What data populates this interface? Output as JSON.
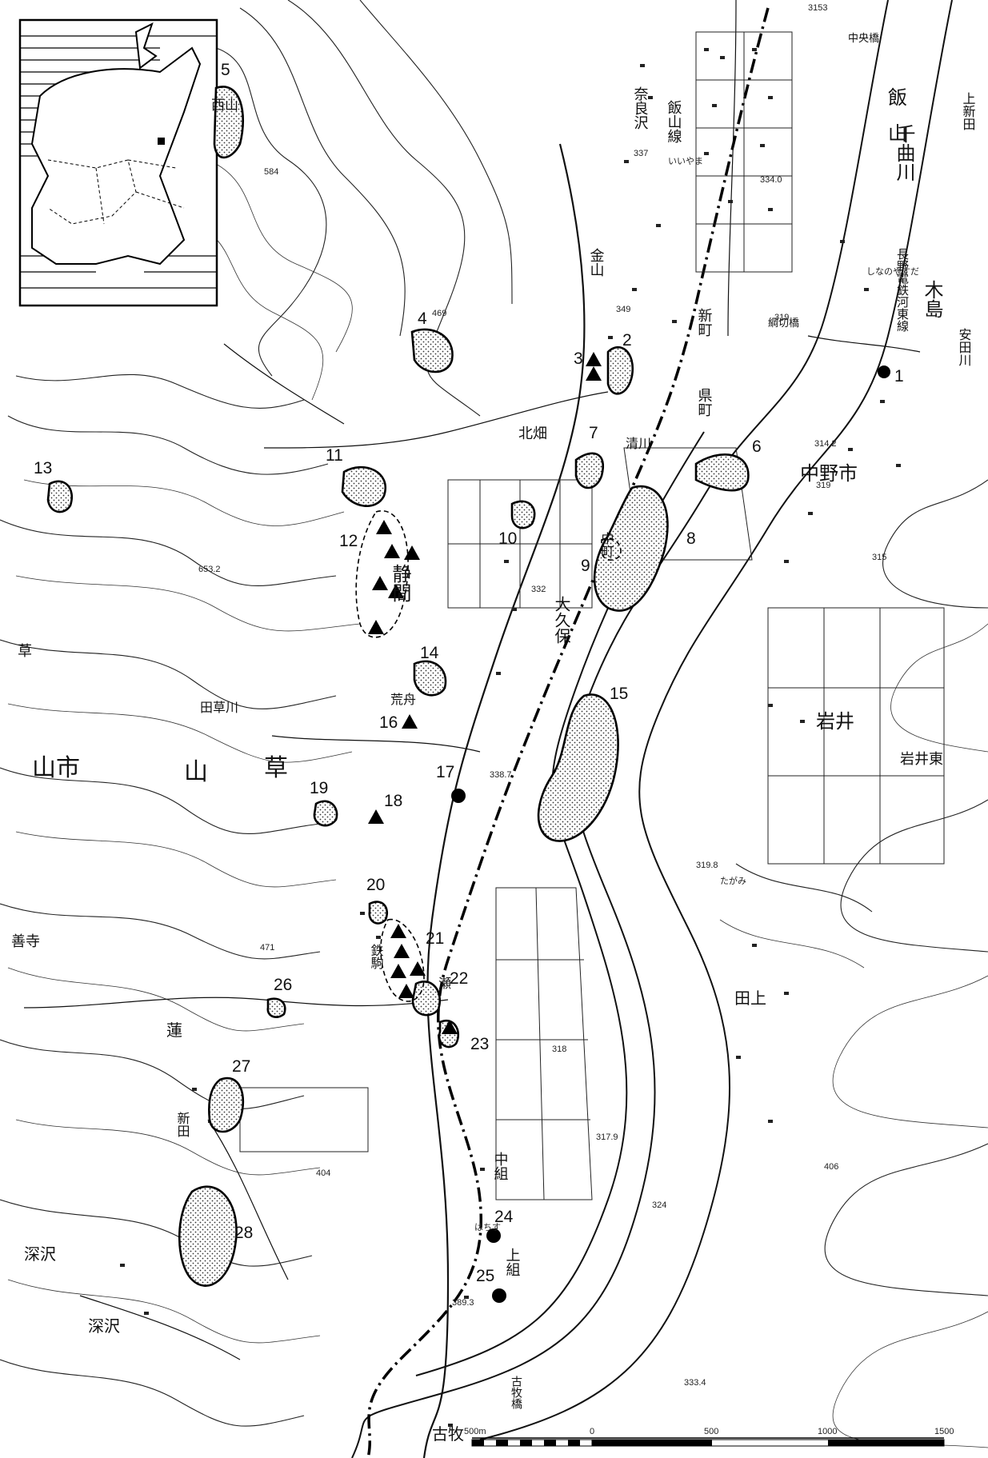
{
  "map": {
    "site_numbers": [
      "1",
      "2",
      "3",
      "4",
      "5",
      "6",
      "7",
      "8",
      "9",
      "10",
      "11",
      "12",
      "13",
      "14",
      "15",
      "16",
      "17",
      "18",
      "19",
      "20",
      "21",
      "22",
      "23",
      "24",
      "25",
      "26",
      "27",
      "28"
    ],
    "place_names": {
      "iiyama": "飯",
      "iiyama2": "山",
      "chikuma_river": "千曲川",
      "kijima": "木島",
      "nakano_city": "中野市",
      "shizuma": "静間",
      "okubo": "大久保",
      "iwai": "岩井",
      "iwai_higashi": "岩井東",
      "kasu_yama": "金山",
      "shinmachi": "新町",
      "kenmachi": "県町",
      "kitabatake": "北畑",
      "naramazawa": "奈良沢",
      "iiyama_line": "飯山線",
      "nishiyama": "西山",
      "ara_fune": "荒舟",
      "taguchi_river": "田草川",
      "yama_ichi": "山市",
      "tagami": "田上",
      "nakagumi": "中組",
      "kamigumi": "上組",
      "fukasawa": "深沢",
      "fukasawa2": "深沢",
      "komaki": "古牧",
      "komaki_bridge": "古牧橋",
      "hasu": "蓮",
      "shinden": "新田",
      "kamishinden": "上新田",
      "yasuda_river": "安田川",
      "nagano_dentetsu": "長野電鉄河東線",
      "zenji": "善寺",
      "kusa": "草",
      "hanamachi": "中町",
      "tetsuma": "鉄駒",
      "kiyo_river": "清川",
      "chuo_bridge": "中央橋",
      "sekikiri_bridge": "綱切橋",
      "kusa2": "草",
      "yama3": "山",
      "karasawa": "瀬"
    },
    "elevations": [
      "3153",
      "337",
      "334.0",
      "349",
      "469",
      "319",
      "584",
      "314.2",
      "319",
      "332",
      "338.7",
      "653.2",
      "471",
      "318",
      "406",
      "317.9",
      "324",
      "404",
      "389.3",
      "333.4",
      "319.8",
      "315"
    ],
    "scale": {
      "labels": [
        "500m",
        "0",
        "500",
        "1000",
        "1500"
      ]
    },
    "small_labels": {
      "iiyama_kana": "いいやま",
      "shinano_kana": "しなのやすだ",
      "hachisu_kana": "はちす",
      "tagami_kana": "たがみ"
    }
  }
}
